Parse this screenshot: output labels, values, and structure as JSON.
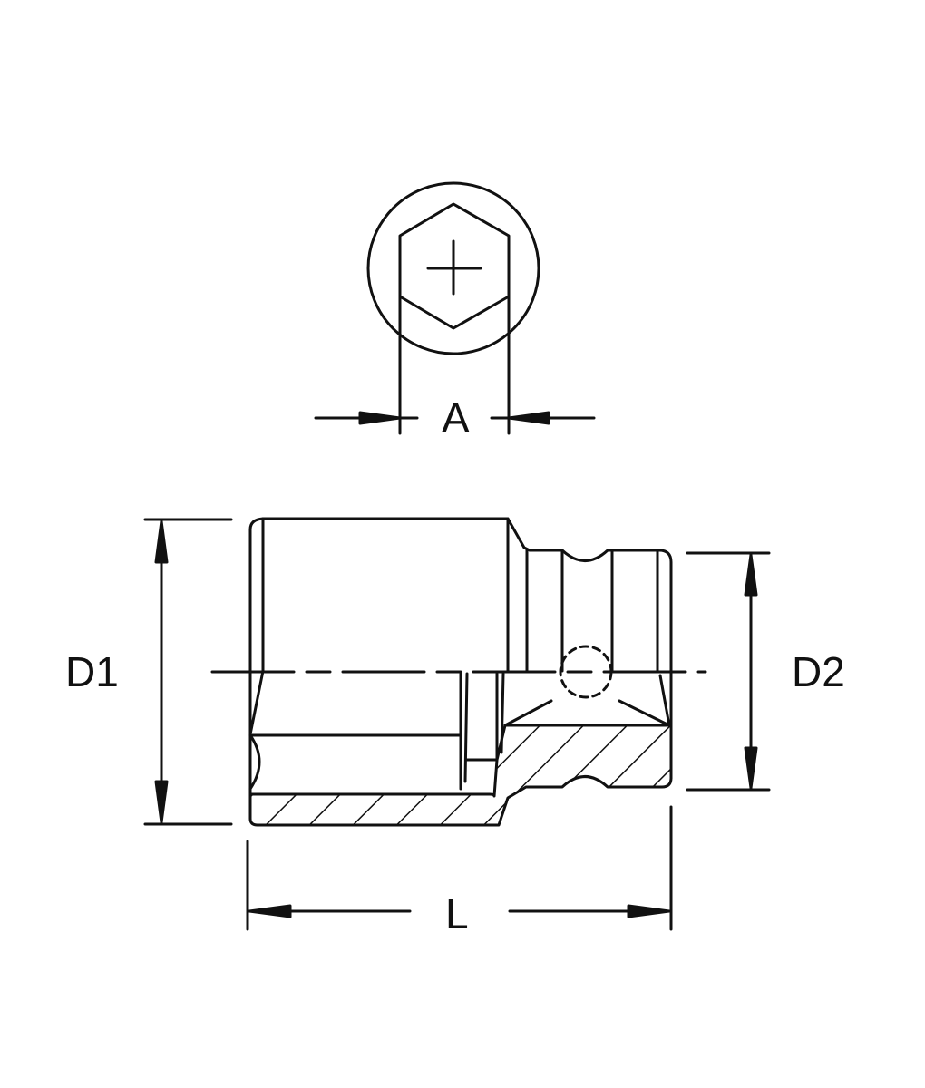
{
  "drawing": {
    "subject": "Impact socket technical drawing",
    "labels": {
      "A": "A",
      "D1": "D1",
      "D2": "D2",
      "L": "L"
    },
    "colors": {
      "line": "#111111",
      "background": "#ffffff"
    }
  }
}
